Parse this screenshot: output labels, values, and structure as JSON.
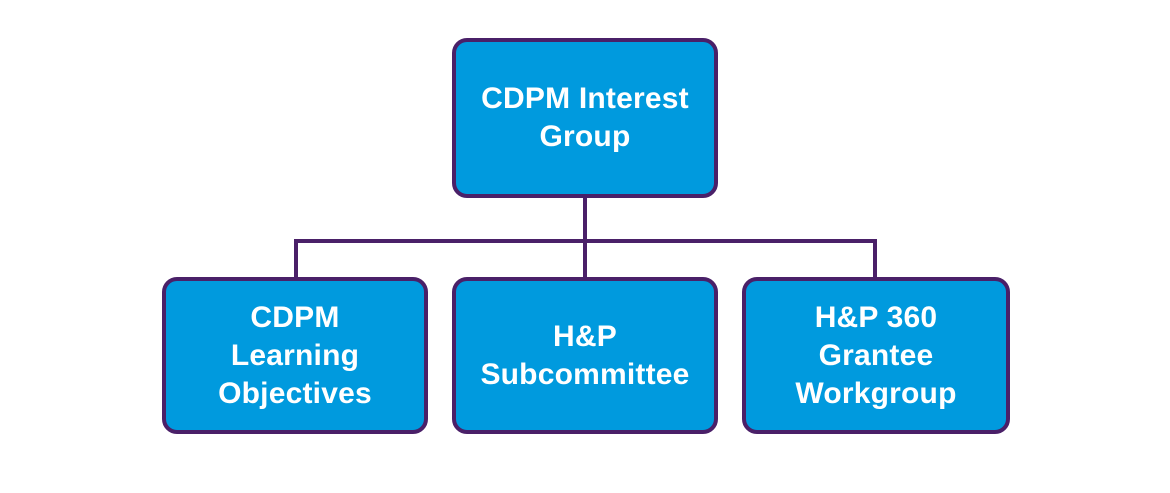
{
  "diagram": {
    "type": "organizational-chart",
    "background_color": "#ffffff",
    "node_fill_color": "#009ade",
    "node_border_color": "#4a2068",
    "connector_color": "#4a2068",
    "node_text_color": "#ffffff",
    "root": {
      "id": "cdpm-interest-group",
      "label": "CDPM Interest\nGroup",
      "label_plain": "CDPM Interest Group"
    },
    "children": [
      {
        "id": "cdpm-learning-objectives",
        "label": "CDPM\nLearning\nObjectives",
        "label_plain": "CDPM Learning Objectives"
      },
      {
        "id": "hp-subcommittee",
        "label": "H&P\nSubcommittee",
        "label_plain": "H&P Subcommittee"
      },
      {
        "id": "hp-360-grantee-workgroup",
        "label": "H&P 360\nGrantee\nWorkgroup",
        "label_plain": "H&P 360 Grantee Workgroup"
      }
    ]
  }
}
